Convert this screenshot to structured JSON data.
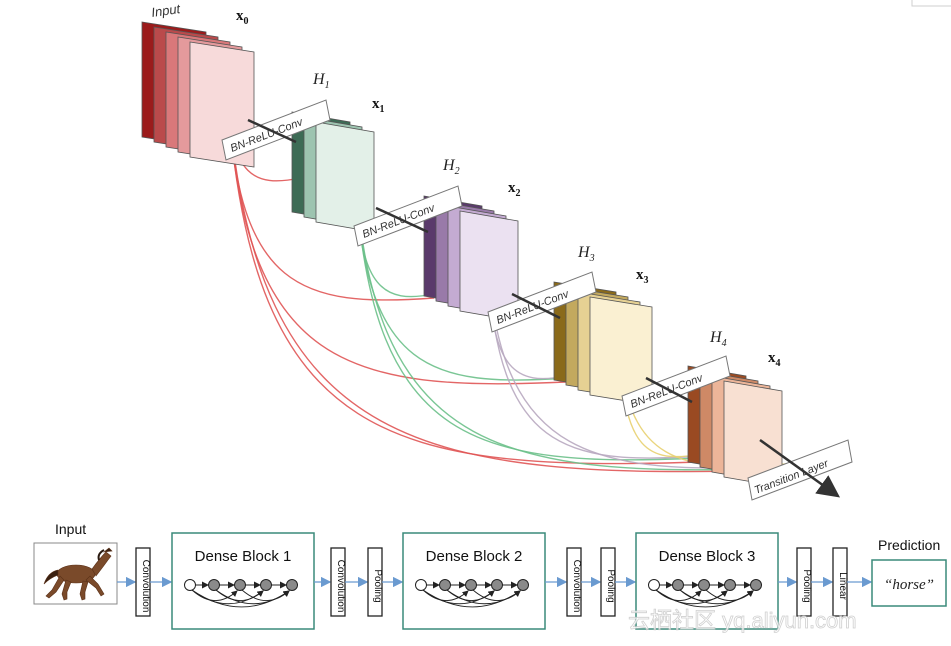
{
  "densenet_block": {
    "input_label": "Input",
    "layers": [
      {
        "x_label": "x",
        "x_sub": "0",
        "color_dark": "#9b1b1b",
        "color_mid": "#d9787a",
        "color_light": "#f7dada"
      },
      {
        "x_label": "x",
        "x_sub": "1",
        "h_label": "H",
        "h_sub": "1",
        "color_dark": "#3d6b55",
        "color_mid": "#9dc4b0",
        "color_light": "#e3f0e8"
      },
      {
        "x_label": "x",
        "x_sub": "2",
        "h_label": "H",
        "h_sub": "2",
        "color_dark": "#5a3a6b",
        "color_mid": "#b89ac8",
        "color_light": "#ebe1f1"
      },
      {
        "x_label": "x",
        "x_sub": "3",
        "h_label": "H",
        "h_sub": "3",
        "color_dark": "#8a6a1a",
        "color_mid": "#e0c880",
        "color_light": "#faf0d2"
      },
      {
        "x_label": "x",
        "x_sub": "4",
        "h_label": "H",
        "h_sub": "4",
        "color_dark": "#9a4a22",
        "color_mid": "#e8a888",
        "color_light": "#f8e0d2"
      }
    ],
    "transform_label": "BN-ReLU-Conv",
    "transition_label": "Transition Layer",
    "connection_colors": {
      "from_x0": "#e05555",
      "from_x1": "#6cc08a",
      "from_x2": "#b8a8c0",
      "from_x3": "#e8d070"
    }
  },
  "pipeline": {
    "input_label": "Input",
    "stages": [
      {
        "kind": "thin",
        "label": "Convolution"
      },
      {
        "kind": "block",
        "label": "Dense Block 1"
      },
      {
        "kind": "thin",
        "label": "Convolution"
      },
      {
        "kind": "thin",
        "label": "Pooling"
      },
      {
        "kind": "block",
        "label": "Dense Block 2"
      },
      {
        "kind": "thin",
        "label": "Convolution"
      },
      {
        "kind": "thin",
        "label": "Pooling"
      },
      {
        "kind": "block",
        "label": "Dense Block 3"
      },
      {
        "kind": "thin",
        "label": "Pooling"
      },
      {
        "kind": "thin",
        "label": "Linear"
      }
    ],
    "prediction_title": "Prediction",
    "prediction_value": "“horse”",
    "block_border_color": "#3a8a7a",
    "arrow_color": "#6a9ad0"
  },
  "watermark": "云栖社区 yq.aliyun.com"
}
